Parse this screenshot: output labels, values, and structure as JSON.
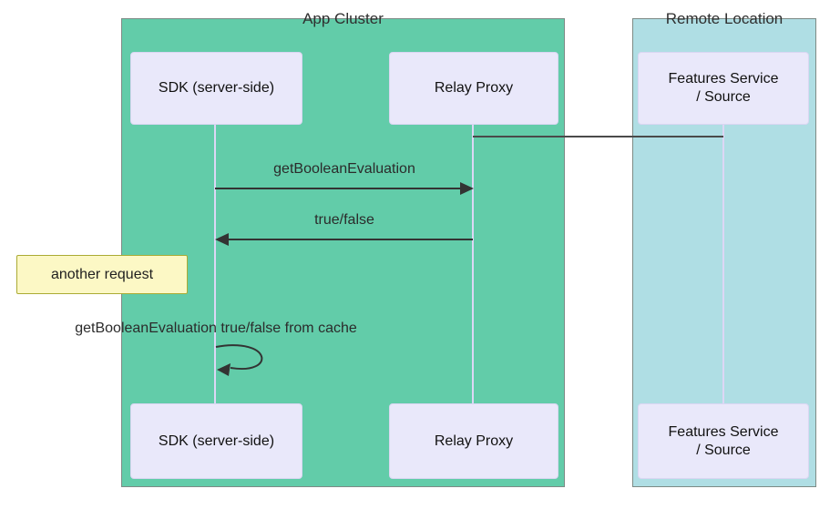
{
  "diagram_type": "sequence-diagram",
  "clusters": {
    "app": {
      "label": "App Cluster",
      "fill": "#62CCA9"
    },
    "remote": {
      "label": "Remote Location",
      "fill": "#AFDEE4"
    }
  },
  "participants": {
    "sdk": {
      "label": "SDK (server-side)"
    },
    "relay": {
      "label": "Relay Proxy"
    },
    "features": {
      "label_line1": "Features Service",
      "label_line2": "/ Source"
    }
  },
  "messages": [
    {
      "from": "sdk",
      "to": "relay",
      "label": "getBooleanEvaluation",
      "type": "solid-arrow"
    },
    {
      "from": "relay",
      "to": "sdk",
      "label": "true/false",
      "type": "solid-arrow"
    },
    {
      "from": "sdk",
      "to": "sdk",
      "label": "getBooleanEvaluation true/false from cache",
      "type": "self-loop"
    },
    {
      "from": "relay",
      "to": "features",
      "label": "",
      "type": "plain-line"
    }
  ],
  "note": {
    "label": "another request",
    "position": "left-of-sdk",
    "fill": "#FCF8C5",
    "border": "#ABAB34"
  },
  "colors": {
    "participant_fill": "#E9E8FA",
    "participant_border": "#DAD6F2",
    "lifeline": "#DCD7F5",
    "arrow": "#333333",
    "cluster_border": "#7D8A85",
    "text": "#1F1F1F"
  }
}
